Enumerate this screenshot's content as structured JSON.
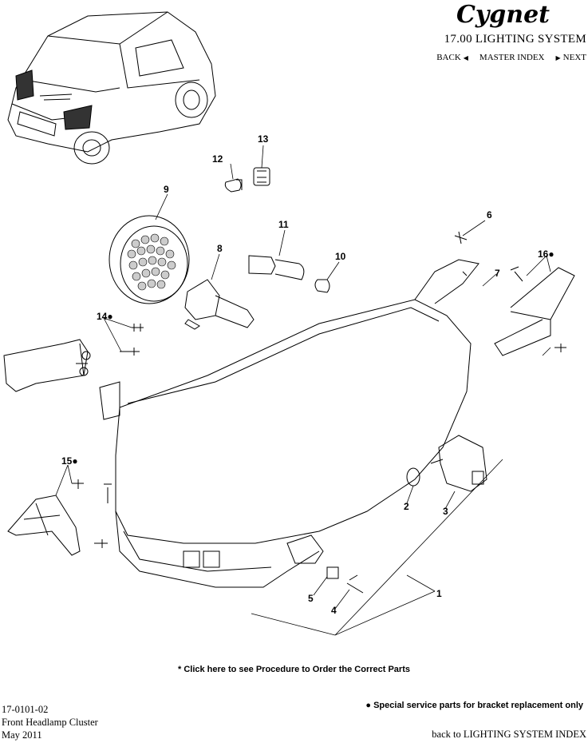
{
  "header": {
    "logo_text": "Cygnet",
    "section_title": "17.00 LIGHTING SYSTEM",
    "nav": {
      "back": "BACK",
      "master_index": "MASTER INDEX",
      "next": "NEXT"
    }
  },
  "callouts": [
    {
      "label": "1"
    },
    {
      "label": "2"
    },
    {
      "label": "3"
    },
    {
      "label": "4"
    },
    {
      "label": "5"
    },
    {
      "label": "6"
    },
    {
      "label": "7"
    },
    {
      "label": "8"
    },
    {
      "label": "9"
    },
    {
      "label": "10"
    },
    {
      "label": "11"
    },
    {
      "label": "12"
    },
    {
      "label": "13"
    },
    {
      "label": "14"
    },
    {
      "label": "15"
    },
    {
      "label": "16"
    }
  ],
  "procedure_link": "* Click here to see Procedure to Order the Correct Parts",
  "footer": {
    "code": "17-0101-02",
    "title": "Front Headlamp Cluster",
    "date": "May 2011",
    "note": "Special service parts for bracket replacement only",
    "back_index": "back to LIGHTING SYSTEM INDEX"
  }
}
